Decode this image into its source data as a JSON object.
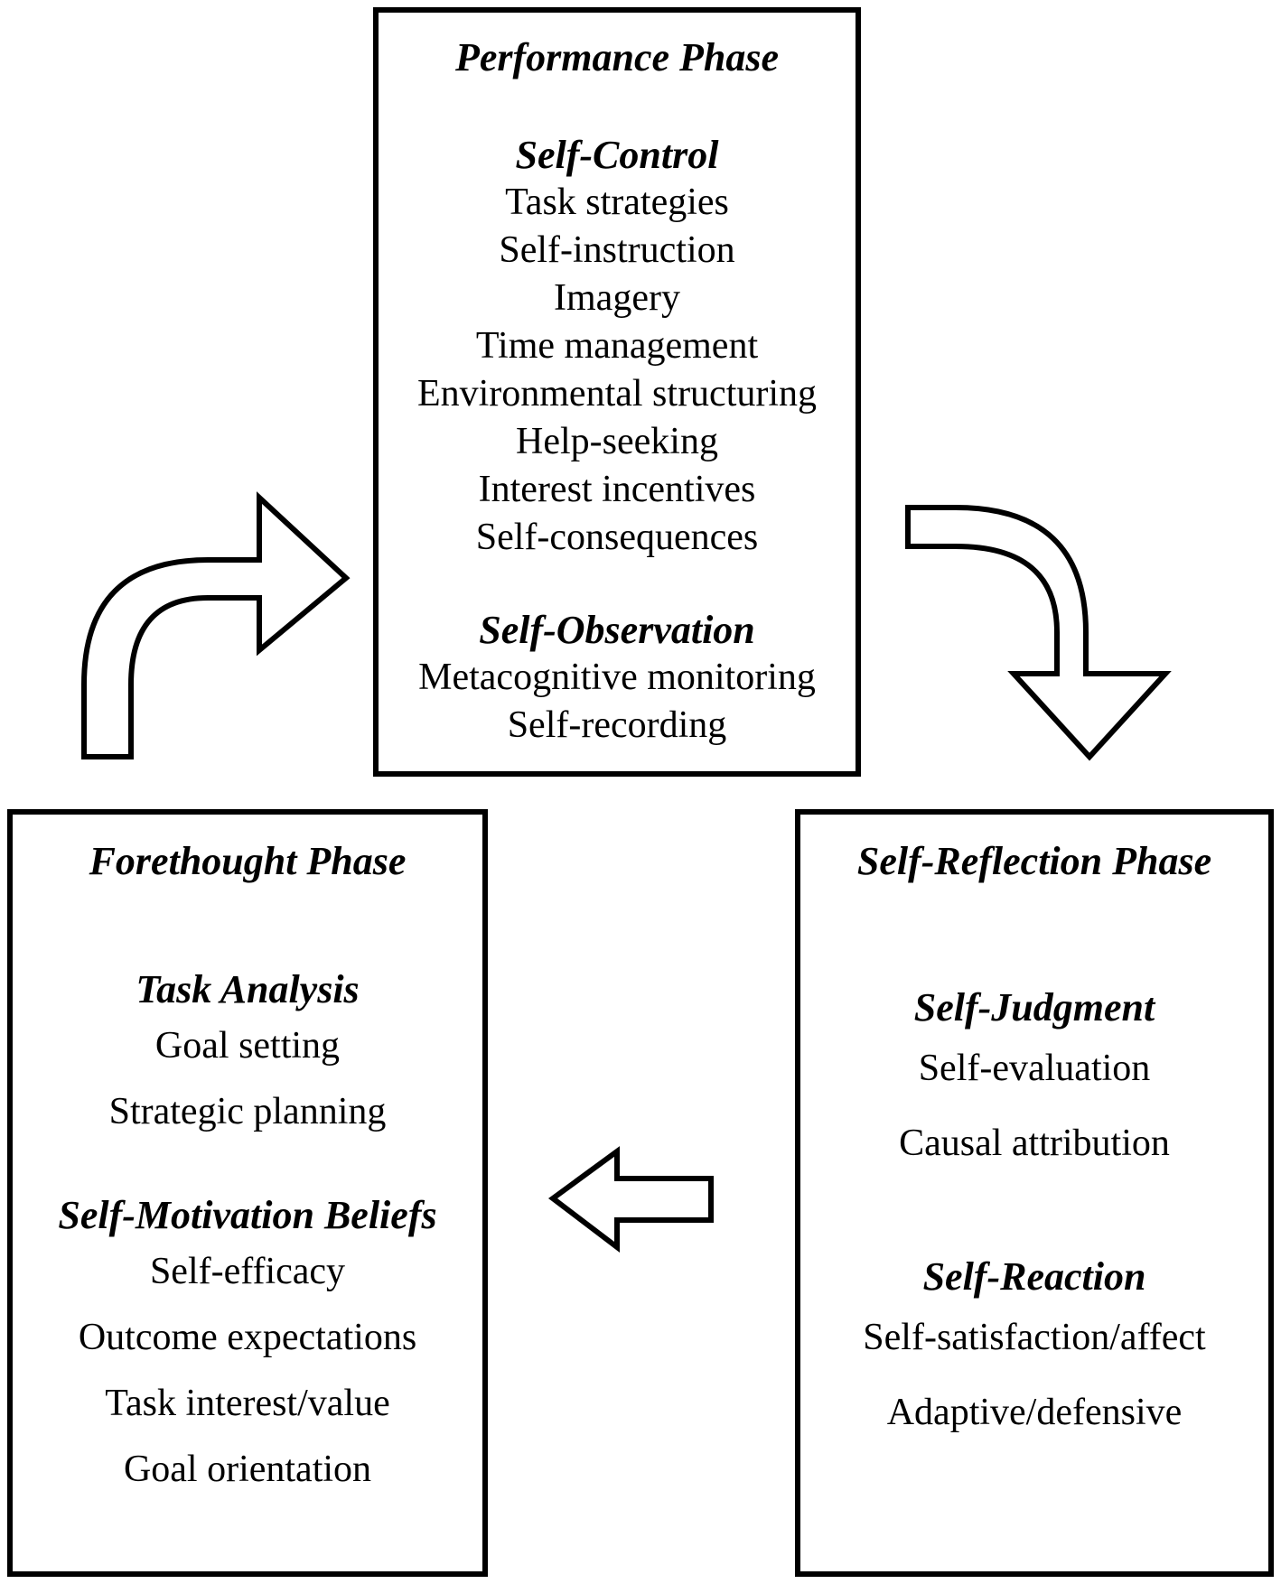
{
  "performance": {
    "title": "Performance Phase",
    "self_control": {
      "heading": "Self-Control",
      "items": [
        "Task strategies",
        "Self-instruction",
        "Imagery",
        "Time management",
        "Environmental structuring",
        "Help-seeking",
        "Interest incentives",
        "Self-consequences"
      ]
    },
    "self_observation": {
      "heading": "Self-Observation",
      "items": [
        "Metacognitive monitoring",
        "Self-recording"
      ]
    }
  },
  "forethought": {
    "title": "Forethought Phase",
    "task_analysis": {
      "heading": "Task Analysis",
      "items": [
        "Goal setting",
        "Strategic planning"
      ]
    },
    "self_motivation": {
      "heading": "Self-Motivation Beliefs",
      "items": [
        "Self-efficacy",
        "Outcome expectations",
        "Task interest/value",
        "Goal orientation"
      ]
    }
  },
  "reflection": {
    "title": "Self-Reflection Phase",
    "self_judgment": {
      "heading": "Self-Judgment",
      "items": [
        "Self-evaluation",
        "Causal attribution"
      ]
    },
    "self_reaction": {
      "heading": "Self-Reaction",
      "items": [
        "Self-satisfaction/affect",
        "Adaptive/defensive"
      ]
    }
  }
}
